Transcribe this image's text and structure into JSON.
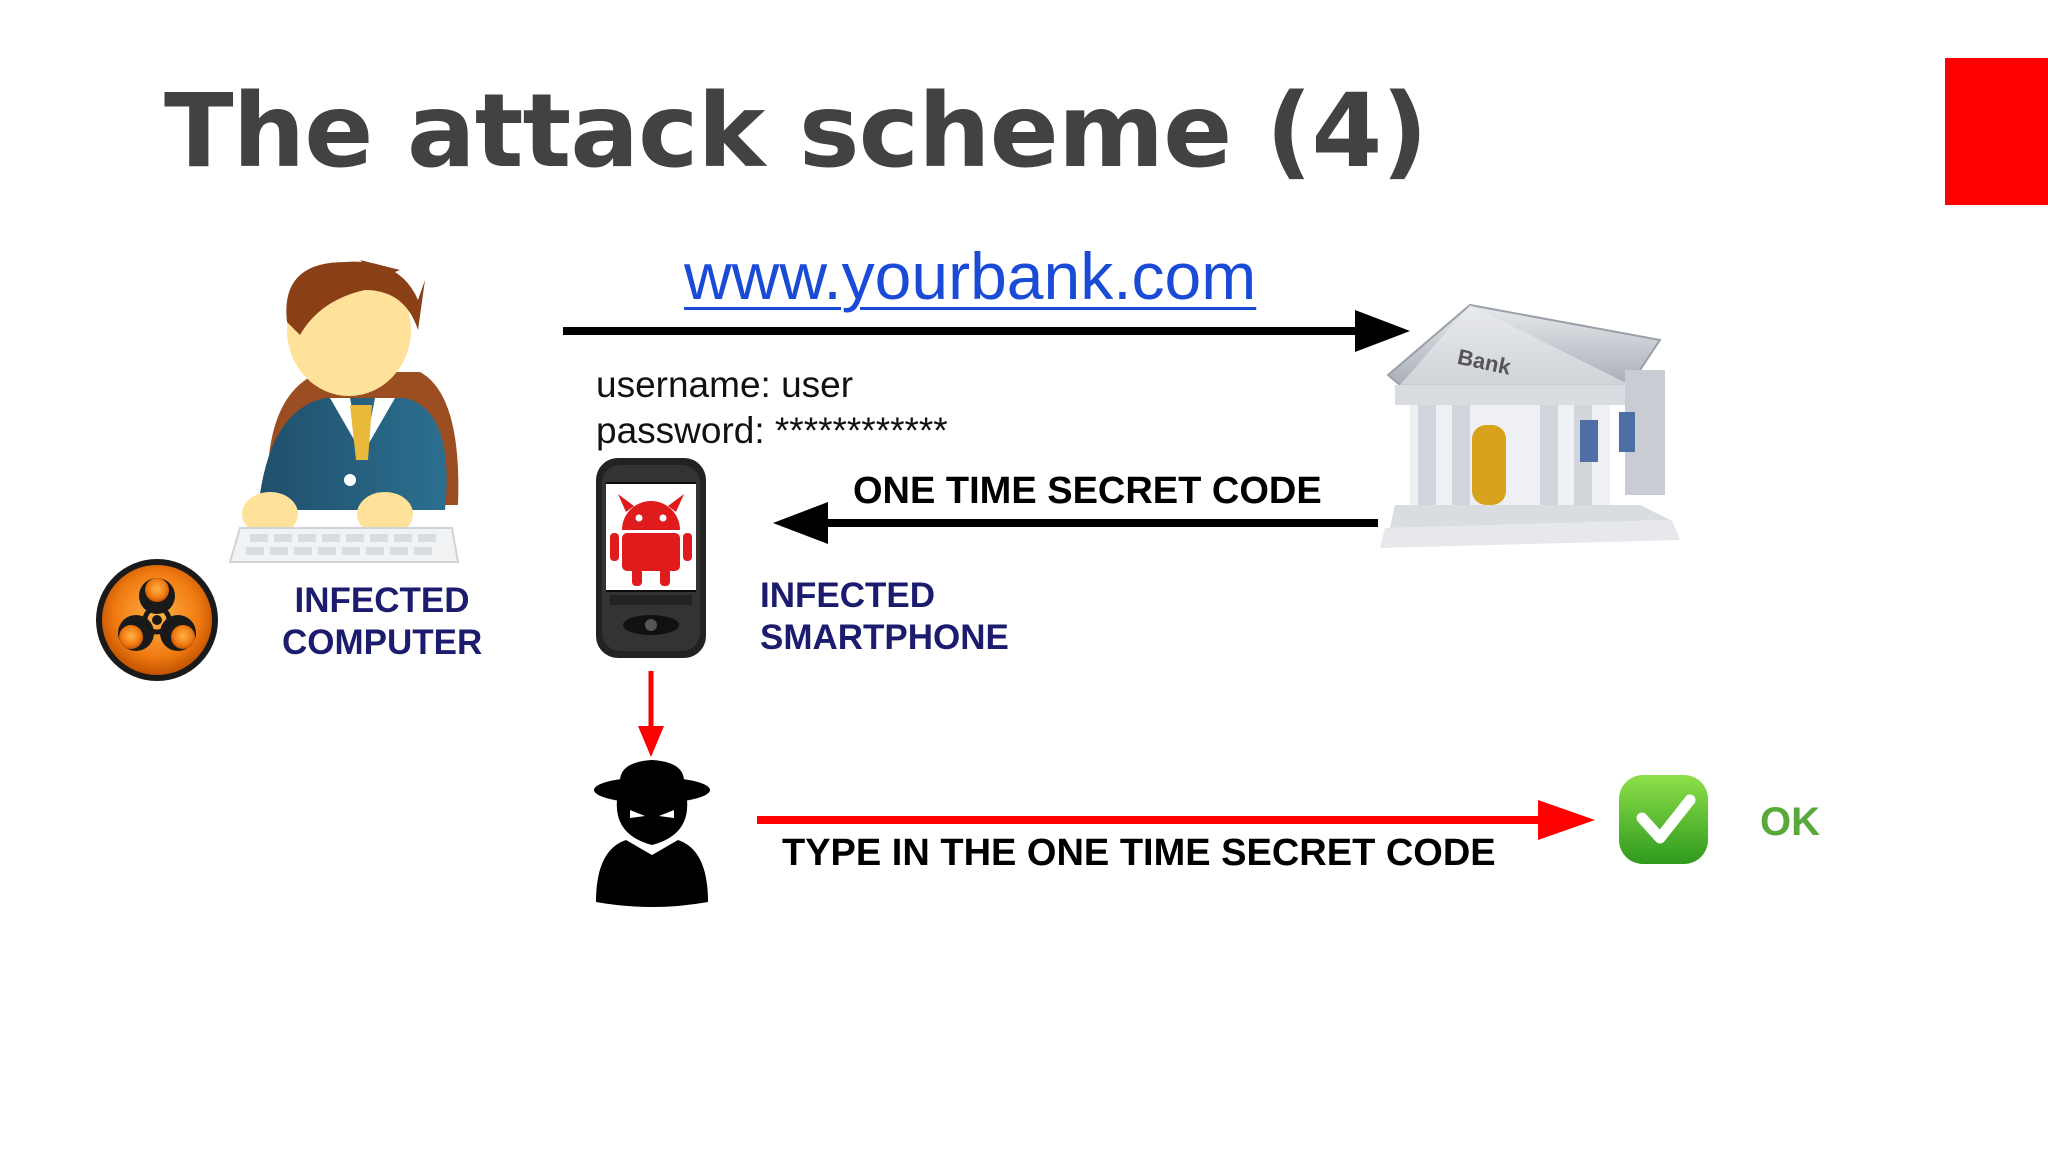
{
  "slide": {
    "title": "The attack scheme (4)",
    "url": "www.yourbank.com",
    "username_line": "username: user",
    "password_line": "password: ************",
    "one_time_code_label": "ONE TIME SECRET CODE",
    "infected_computer_line1": "INFECTED",
    "infected_computer_line2": "COMPUTER",
    "infected_smartphone_line1": "INFECTED",
    "infected_smartphone_line2": "SMARTPHONE",
    "type_in_label": "TYPE IN THE ONE TIME SECRET CODE",
    "ok_label": "OK",
    "bank_sign": "Bank"
  },
  "colors": {
    "title": "#424242",
    "accent_red": "#ff0000",
    "link_blue": "#1a4bd6",
    "label_navy": "#1c1c6e",
    "ok_green": "#58a83c",
    "arrow_black": "#000000",
    "arrow_red": "#ff0000"
  },
  "icons": [
    "user-at-computer-icon",
    "biohazard-icon",
    "bank-building-icon",
    "smartphone-icon",
    "android-malware-icon",
    "hacker-spy-icon",
    "check-icon"
  ]
}
